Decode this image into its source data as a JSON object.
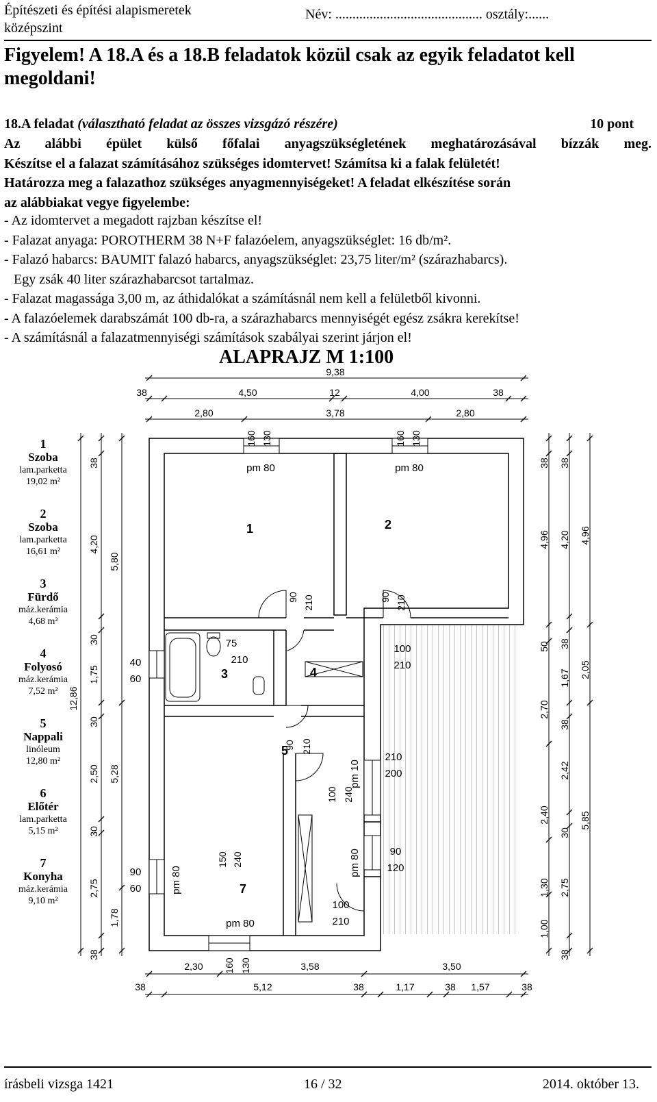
{
  "header": {
    "subject": "Építészeti és építési alapismeretek középszint",
    "name_class": "Név: ........................................... osztály:......"
  },
  "warning": "Figyelem! A 18.A és a 18.B feladatok közül csak az egyik feladatot kell megoldani!",
  "task": {
    "number": "18.A feladat",
    "qualifier": "(választható feladat az összes vizsgázó részére)",
    "points": "10 pont",
    "lines": [
      "Az alábbi épület külső főfalai anyagszükségletének meghatározásával bízzák meg.",
      "Készítse el a falazat számításához szükséges idomtervet! Számítsa ki a falak felületét!",
      "Határozza meg a falazathoz szükséges anyagmennyiségeket! A feladat elkészítése során",
      "az alábbiakat vegye figyelembe:"
    ],
    "items": [
      "- Az idomtervet a megadott rajzban készítse el!",
      "- Falazat anyaga: POROTHERM 38 N+F falazóelem, anyagszükséglet: 16 db/m².",
      "- Falazó habarcs: BAUMIT falazó habarcs, anyagszükséglet: 23,75 liter/m² (szárazhabarcs).",
      "Egy zsák 40 liter szárazhabarcsot tartalmaz.",
      "- Falazat magassága 3,00 m, az áthidalókat a számításnál nem kell a felületből kivonni.",
      "- A falazóelemek darabszámát 100 db-ra, a szárazhabarcs mennyiségét egész zsákra kerekítse!",
      "- A számításnál a falazatmennyiségi számítások szabályai szerint járjon el!"
    ]
  },
  "plan": {
    "title": "ALAPRAJZ M 1:100",
    "rooms": [
      {
        "num": "1",
        "name": "Szoba",
        "floor": "lam.parketta",
        "area": "19,02 m²"
      },
      {
        "num": "2",
        "name": "Szoba",
        "floor": "lam.parketta",
        "area": "16,61 m²"
      },
      {
        "num": "3",
        "name": "Fürdő",
        "floor": "máz.kerámia",
        "area": "4,68 m²"
      },
      {
        "num": "4",
        "name": "Folyosó",
        "floor": "máz.kerámia",
        "area": "7,52 m²"
      },
      {
        "num": "5",
        "name": "Nappali",
        "floor": "linóleum",
        "area": "12,80 m²"
      },
      {
        "num": "6",
        "name": "Előtér",
        "floor": "lam.parketta",
        "area": "5,15 m²"
      },
      {
        "num": "7",
        "name": "Konyha",
        "floor": "máz.kerámia",
        "area": "9,10 m²"
      }
    ],
    "dims_top_total": "9,38",
    "dims_top_row2": [
      "38",
      "4,50",
      "12",
      "4,00",
      "38"
    ],
    "dims_top_row3": [
      "2,80",
      "3,78",
      "2,80"
    ],
    "dims_bottom_row1": [
      "2,30",
      "3,58",
      "3,50"
    ],
    "dims_bottom_row2": [
      "38",
      "5,12",
      "38",
      "1,17",
      "38",
      "1,57",
      "38"
    ],
    "dims_left_outer": "12,86",
    "dims_left_mid": [
      "5,80",
      "5,28",
      "1,78"
    ],
    "dims_left_inner": [
      "38",
      "4,20",
      "30",
      "1,75",
      "30",
      "2,50",
      "30",
      "2,75",
      "38"
    ],
    "dims_right_inner": [
      "38",
      "4,96",
      "50",
      "2,70",
      "2,40",
      "1,30",
      "1,00"
    ],
    "dims_right_mid": [
      "38",
      "4,20",
      "38",
      "1,67",
      "38",
      "2,42",
      "30",
      "2,75",
      "38"
    ],
    "dims_right_outer": [
      "4,96",
      "2,05",
      "5,85"
    ],
    "annotations": {
      "win_160_130": [
        "160",
        "130"
      ],
      "pm80": "pm 80",
      "door_90_210": [
        "90",
        "210"
      ],
      "bath_75_210": [
        "75",
        "210"
      ],
      "d100_210": [
        "100",
        "210"
      ],
      "w40_60": [
        "40",
        "60"
      ],
      "w90_60": [
        "90",
        "60"
      ],
      "w210_200": [
        "210",
        "200"
      ],
      "w90_120": [
        "90",
        "120"
      ],
      "o150_240": [
        "150",
        "240"
      ],
      "o100_240": [
        "100",
        "240"
      ],
      "pm10": "pm 10",
      "room_labels": [
        "1",
        "2",
        "3",
        "4",
        "5",
        "7"
      ]
    }
  },
  "footer": {
    "left": "írásbeli vizsga 1421",
    "middle": "16 / 32",
    "right": "2014. október 13."
  }
}
